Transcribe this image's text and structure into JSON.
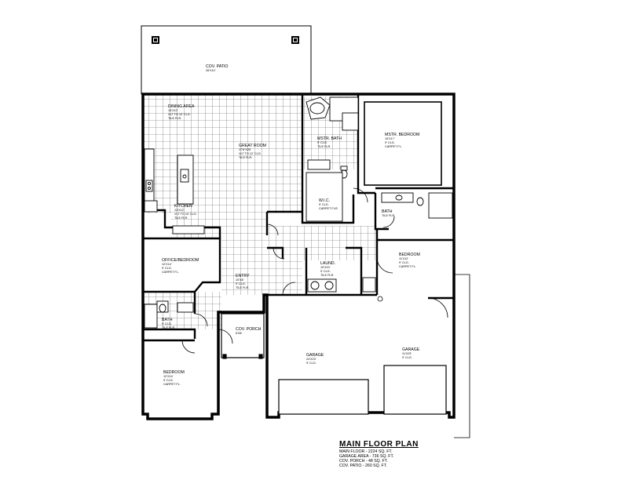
{
  "title": "MAIN FLOOR PLAN",
  "areas": [
    "MAIN FLOOR - 2224 SQ. FT.",
    "GARAGE AREA - 736 SQ. FT.",
    "COV. PORCH - 48 SQ. FT.",
    "COV. PATIO - 260 SQ. FT."
  ],
  "rooms": {
    "cov_patio": {
      "name": "COV. PATIO",
      "lines": [
        "26'X10'"
      ]
    },
    "dining": {
      "name": "DINING AREA",
      "lines": [
        "13'X10'",
        "VLT TO 10' CLG.",
        "TILE FLR."
      ]
    },
    "great_room": {
      "name": "GREAT ROOM",
      "lines": [
        "17'6\"X20'",
        "VLT TO 12' CLG.",
        "TILE FLR."
      ]
    },
    "mstr_bath": {
      "name": "MSTR. BATH",
      "lines": [
        "9' CLG.",
        "TILE FLR."
      ]
    },
    "mstr_bed": {
      "name": "MSTR. BEDROOM",
      "lines": [
        "15'X17'",
        "9' CLG.",
        "CARPET FL."
      ]
    },
    "wic": {
      "name": "W.I.C.",
      "lines": [
        "9' CLG.",
        "CARPET FLR."
      ]
    },
    "kitchen": {
      "name": "KITCHEN",
      "lines": [
        "13'X12'",
        "VLT TO 10' CLG.",
        "TILE FLR."
      ]
    },
    "bath_right": {
      "name": "BATH",
      "lines": [
        "TILE FLR."
      ]
    },
    "bedroom_right": {
      "name": "BEDROOM",
      "lines": [
        "11'X12'",
        "9' CLG.",
        "CARPET FL."
      ]
    },
    "office": {
      "name": "OFFICE/BEDROOM",
      "lines": [
        "12'X14'",
        "9' CLG.",
        "CARPET FL."
      ]
    },
    "entry": {
      "name": "ENTRY",
      "lines": [
        "10'X8'",
        "9' CLG.",
        "TILE FLR."
      ]
    },
    "laund": {
      "name": "LAUND.",
      "lines": [
        "10'X10'",
        "9' CLG.",
        "TILE FLR."
      ]
    },
    "bath_left": {
      "name": "BATH",
      "lines": [
        "9' CLG.",
        "TILE FLR."
      ]
    },
    "cov_porch": {
      "name": "COV. PORCH",
      "lines": [
        "6'X8'"
      ]
    },
    "garage_big": {
      "name": "GARAGE",
      "lines": [
        "24'X23'",
        "9' CLG."
      ]
    },
    "garage_small": {
      "name": "GARAGE",
      "lines": [
        "11'X23'",
        "9' CLG."
      ]
    },
    "bedroom_left": {
      "name": "BEDROOM",
      "lines": [
        "12'X14'",
        "9' CLG.",
        "CARPET FL."
      ]
    }
  }
}
